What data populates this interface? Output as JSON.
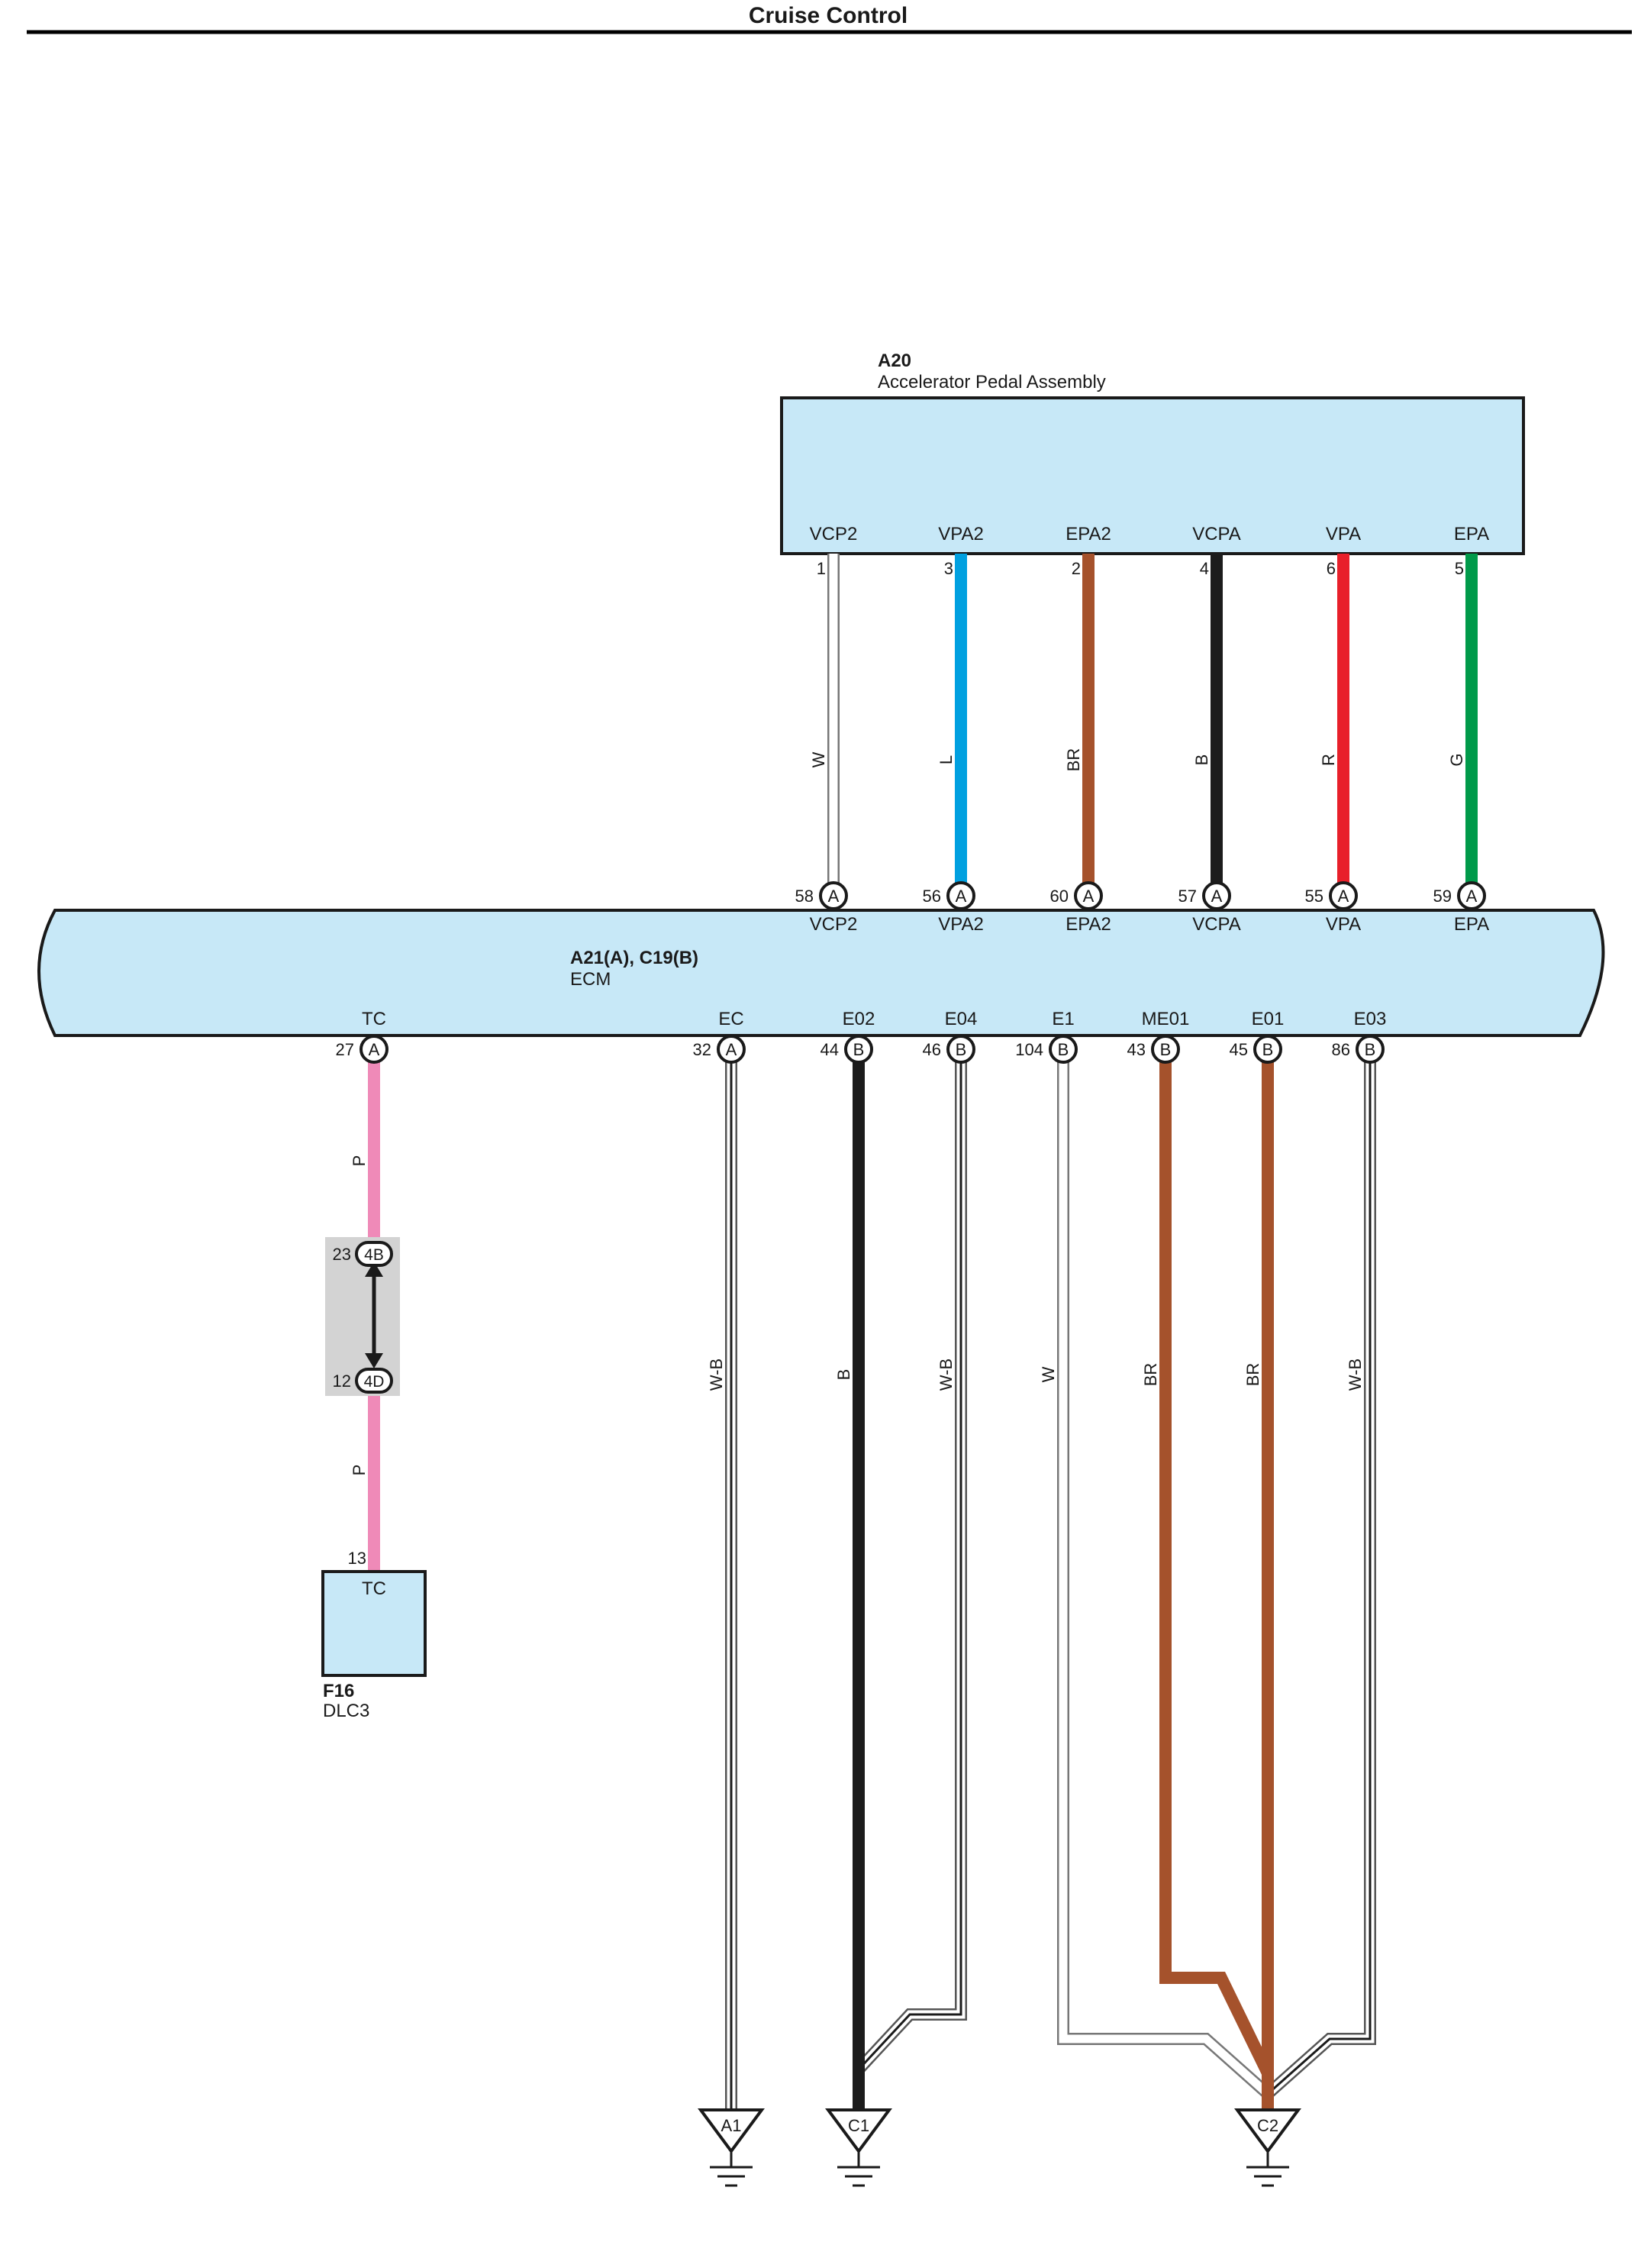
{
  "page": {
    "title": "Cruise Control"
  },
  "colors": {
    "W": "#ffffff",
    "L": "#00a0e0",
    "BR": "#a5522c",
    "B": "#1c1c1c",
    "R": "#e8202a",
    "G": "#009a4a",
    "W-B": "#ffffff",
    "P": "#ef8ab8",
    "component_fill": "#c7e8f7",
    "outline": "#1a1a1a"
  },
  "components": {
    "pedal": {
      "id": "A20",
      "name": "Accelerator Pedal Assembly",
      "terminals": [
        "VCP2",
        "VPA2",
        "EPA2",
        "VCPA",
        "VPA",
        "EPA"
      ]
    },
    "ecm": {
      "id": "A21(A), C19(B)",
      "name": "ECM",
      "top_terminals": [
        "VCP2",
        "VPA2",
        "EPA2",
        "VCPA",
        "VPA",
        "EPA"
      ],
      "bottom_terminals": [
        "TC",
        "EC",
        "E02",
        "E04",
        "E1",
        "ME01",
        "E01",
        "E03"
      ]
    },
    "dlc3": {
      "id": "F16",
      "name": "DLC3",
      "terminal": "TC",
      "pin": "13"
    }
  },
  "pedal_wires": [
    {
      "pin_top": "1",
      "color": "W",
      "pin_bottom": "58",
      "connector": "A"
    },
    {
      "pin_top": "3",
      "color": "L",
      "pin_bottom": "56",
      "connector": "A"
    },
    {
      "pin_top": "2",
      "color": "BR",
      "pin_bottom": "60",
      "connector": "A"
    },
    {
      "pin_top": "4",
      "color": "B",
      "pin_bottom": "57",
      "connector": "A"
    },
    {
      "pin_top": "6",
      "color": "R",
      "pin_bottom": "55",
      "connector": "A"
    },
    {
      "pin_top": "5",
      "color": "G",
      "pin_bottom": "59",
      "connector": "A"
    }
  ],
  "ground_wires": [
    {
      "pin": "32",
      "connector": "A",
      "color": "W-B",
      "ground": "A1"
    },
    {
      "pin": "44",
      "connector": "B",
      "color": "B",
      "ground": "C1"
    },
    {
      "pin": "46",
      "connector": "B",
      "color": "W-B",
      "ground": "C1"
    },
    {
      "pin": "104",
      "connector": "B",
      "color": "W",
      "ground": "C2"
    },
    {
      "pin": "43",
      "connector": "B",
      "color": "BR",
      "ground": "C2"
    },
    {
      "pin": "45",
      "connector": "B",
      "color": "BR",
      "ground": "C2"
    },
    {
      "pin": "86",
      "connector": "B",
      "color": "W-B",
      "ground": "C2"
    }
  ],
  "tc_circuit": {
    "pin": "27",
    "connector": "A",
    "color_upper": "P",
    "color_lower": "P",
    "junction": {
      "top_pin": "23",
      "top_label": "4B",
      "bottom_pin": "12",
      "bottom_label": "4D"
    }
  },
  "grounds": [
    "A1",
    "C1",
    "C2"
  ]
}
